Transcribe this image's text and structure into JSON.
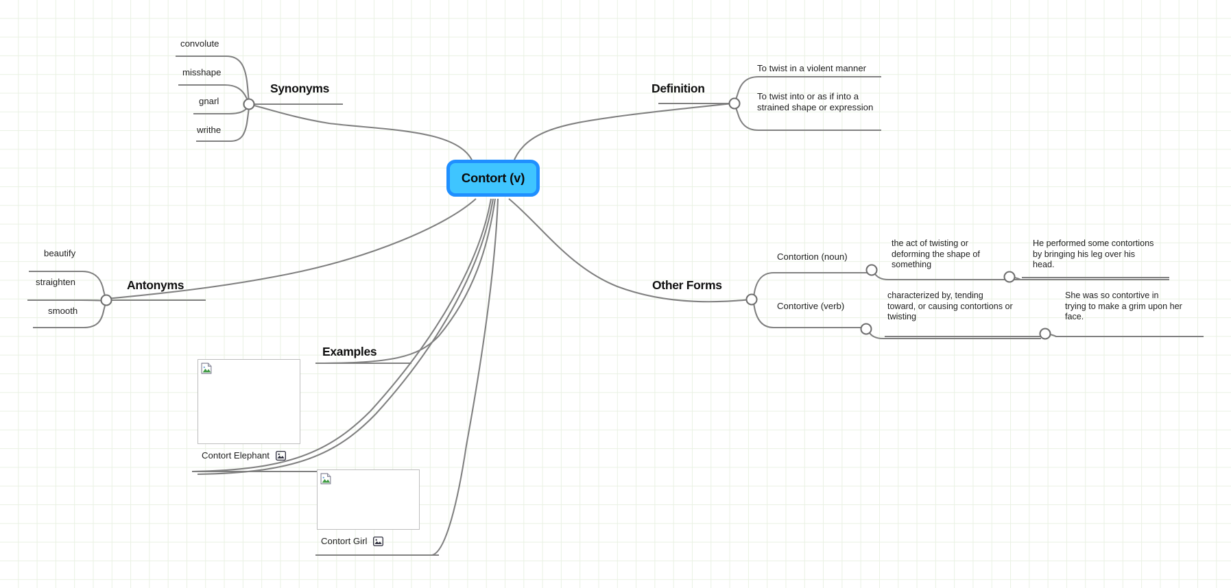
{
  "app": {
    "background_color": "#ffffff",
    "grid_color": "#e9f1e3",
    "edge_color": "#808080",
    "text_color": "#1d1d1d"
  },
  "root": {
    "label": "Contort (v)",
    "fill_color": "#3fc5ff",
    "border_color": "#1f8fff"
  },
  "branches": {
    "synonyms": {
      "title": "Synonyms",
      "items": [
        {
          "label": "convolute"
        },
        {
          "label": "misshape"
        },
        {
          "label": "gnarl"
        },
        {
          "label": "writhe"
        }
      ]
    },
    "definition": {
      "title": "Definition",
      "items": [
        {
          "label": "To twist in a violent manner"
        },
        {
          "label": "To twist into or as if into a\nstrained shape or expression"
        }
      ]
    },
    "antonyms": {
      "title": "Antonyms",
      "items": [
        {
          "label": "beautify"
        },
        {
          "label": "straighten"
        },
        {
          "label": "smooth"
        }
      ]
    },
    "other_forms": {
      "title": "Other Forms",
      "items": [
        {
          "label": "Contortion (noun)",
          "meaning": "the act of twisting or\ndeforming the shape of\nsomething",
          "example": "He performed some contortions\nby bringing his leg over his\nhead."
        },
        {
          "label": "Contortive (verb)",
          "meaning": "characterized by, tending\ntoward, or causing contortions or\ntwisting",
          "example": "She was so contortive in\ntrying to make a grim upon her\nface."
        }
      ]
    },
    "examples": {
      "title": "Examples",
      "items": [
        {
          "caption": "Contort Elephant",
          "icon": "picture-icon"
        },
        {
          "caption": "Contort Girl",
          "icon": "picture-icon"
        }
      ]
    }
  }
}
